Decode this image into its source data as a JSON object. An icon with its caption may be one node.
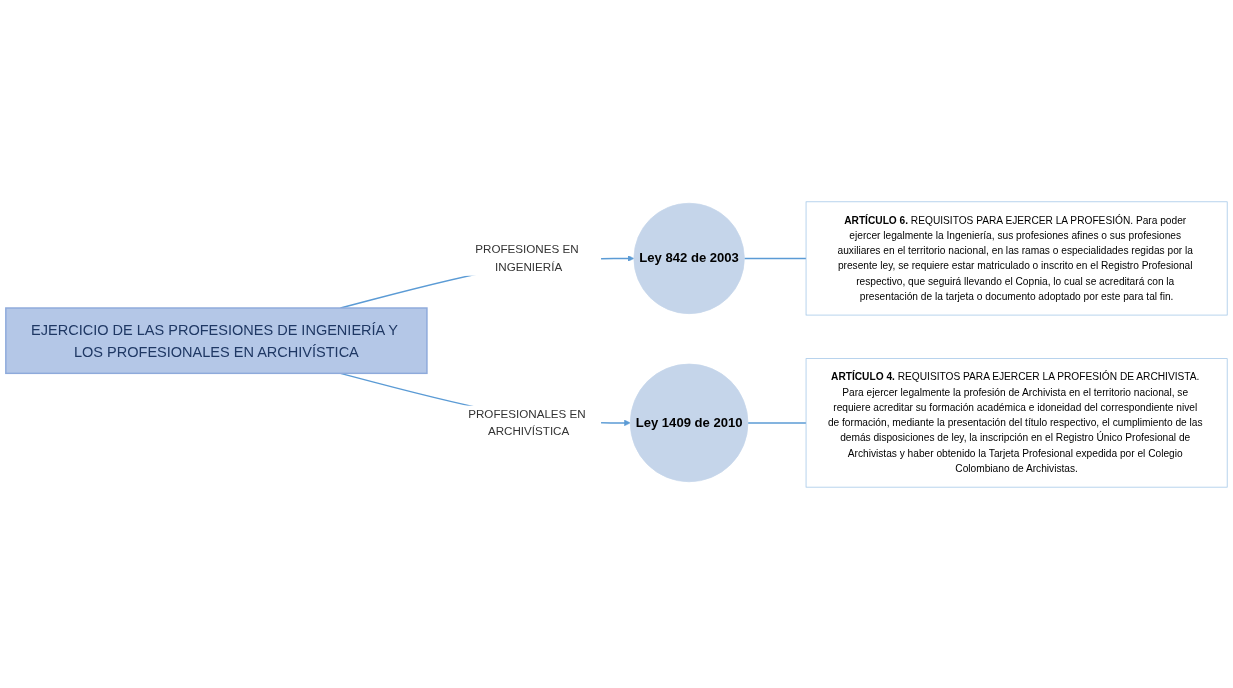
{
  "diagram": {
    "nodes": [
      {
        "text": [
          "EJERCICIO DE LAS PROFESIONES DE INGENIERÍA Y LOS PROFESIONALES EN ARCHIVÍSTICA"
        ]
      },
      {
        "text": [
          "Ley 842 de 2003"
        ]
      },
      {
        "text": [
          "**ARTÍCULO 6.** REQUISITOS PARA EJERCER LA PROFESIÓN. Para poder ejercer legalmente la Ingeniería, sus profesiones afines o sus profesiones auxiliares en el territorio nacional, en las ramas o especialidades regidas por la presente ley, se requiere estar matriculado o inscrito en el Registro Profesional respectivo, que seguirá llevando el Copnia, lo cual se acreditará con la presentación de la tarjeta o documento adoptado por este para tal fin."
        ]
      },
      {
        "text": [
          "Ley 1409 de 2010"
        ]
      },
      {
        "text": [
          "**ARTÍCULO 4.** REQUISITOS PARA EJERCER LA PROFESIÓN DE ARCHIVISTA. Para ejercer legalmente la profesión de Archivista en el territorio nacional, se requiere acreditar su formación académica e idoneidad del correspondiente nivel de formación, mediante la presentación del título respectivo, el cumplimiento de las demás disposiciones de ley, la inscripción en el Registro Único Profesional de Archivistas y haber obtenido la Tarjeta Profesional expedida por el Colegio Colombiano de Archivistas."
        ]
      }
    ],
    "edges": [
      {
        "from": 0,
        "to": 1,
        "arrow": "to",
        "label": "PROFESIONES EN INGENIERÍA"
      },
      {
        "from": 1,
        "to": 2,
        "arrow": "none"
      },
      {
        "from": 0,
        "to": 3,
        "arrow": "to",
        "label": "PROFESIONALES EN ARCHIVÍSTICA"
      },
      {
        "from": 3,
        "to": 4,
        "arrow": "none"
      }
    ]
  }
}
